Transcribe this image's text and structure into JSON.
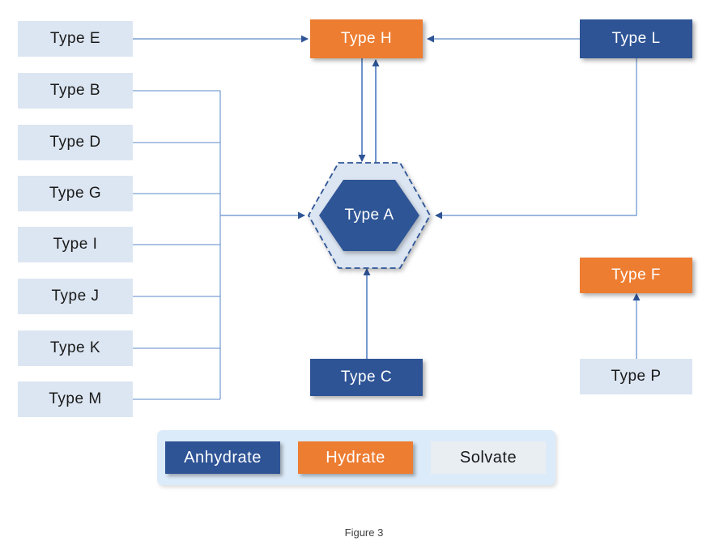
{
  "figure": {
    "caption": "Figure 3"
  },
  "colors": {
    "anhydrate": "#2e5496",
    "hydrate": "#ed7d31",
    "solvate": "#dce6f2",
    "connector": "#7aa0d4",
    "arrow": "#2e5496",
    "legend_panel": "#dcebf9",
    "legend_solvate_chip": "#e9eef3",
    "hexagon_outer_fill": "#dce6f2",
    "hexagon_inner_fill": "#2e5496",
    "hexagon_dash_stroke": "#2e5496"
  },
  "center": {
    "label": "Type A",
    "category": "anhydrate",
    "shape": "hexagon",
    "border": "dashed"
  },
  "left_column": {
    "items": [
      {
        "label": "Type E",
        "category": "solvate"
      },
      {
        "label": "Type B",
        "category": "solvate"
      },
      {
        "label": "Type D",
        "category": "solvate"
      },
      {
        "label": "Type G",
        "category": "solvate"
      },
      {
        "label": "Type I",
        "category": "solvate"
      },
      {
        "label": "Type J",
        "category": "solvate"
      },
      {
        "label": "Type K",
        "category": "solvate"
      },
      {
        "label": "Type M",
        "category": "solvate"
      }
    ]
  },
  "top": {
    "label": "Type H",
    "category": "hydrate"
  },
  "right_top": {
    "label": "Type L",
    "category": "anhydrate"
  },
  "bottom_center": {
    "label": "Type C",
    "category": "anhydrate"
  },
  "right_mid": {
    "label": "Type F",
    "category": "hydrate"
  },
  "right_bottom": {
    "label": "Type P",
    "category": "solvate"
  },
  "legend": {
    "items": [
      {
        "label": "Anhydrate",
        "category": "anhydrate"
      },
      {
        "label": "Hydrate",
        "category": "hydrate"
      },
      {
        "label": "Solvate",
        "category": "solvate"
      }
    ]
  },
  "edges": [
    {
      "from": "Type E",
      "to": "Type H",
      "direction": "one-way"
    },
    {
      "from": "Type L",
      "to": "Type H",
      "direction": "one-way"
    },
    {
      "from": "Type A",
      "to": "Type H",
      "direction": "one-way"
    },
    {
      "from": "Type H",
      "to": "Type A",
      "direction": "one-way"
    },
    {
      "from": "Type L",
      "to": "Type A",
      "direction": "one-way"
    },
    {
      "from": "Type C",
      "to": "Type A",
      "direction": "one-way"
    },
    {
      "from": "Type B, Type D, Type G, Type I, Type J, Type K, Type M",
      "to": "Type A",
      "direction": "one-way"
    },
    {
      "from": "Type P",
      "to": "Type F",
      "direction": "one-way"
    }
  ]
}
